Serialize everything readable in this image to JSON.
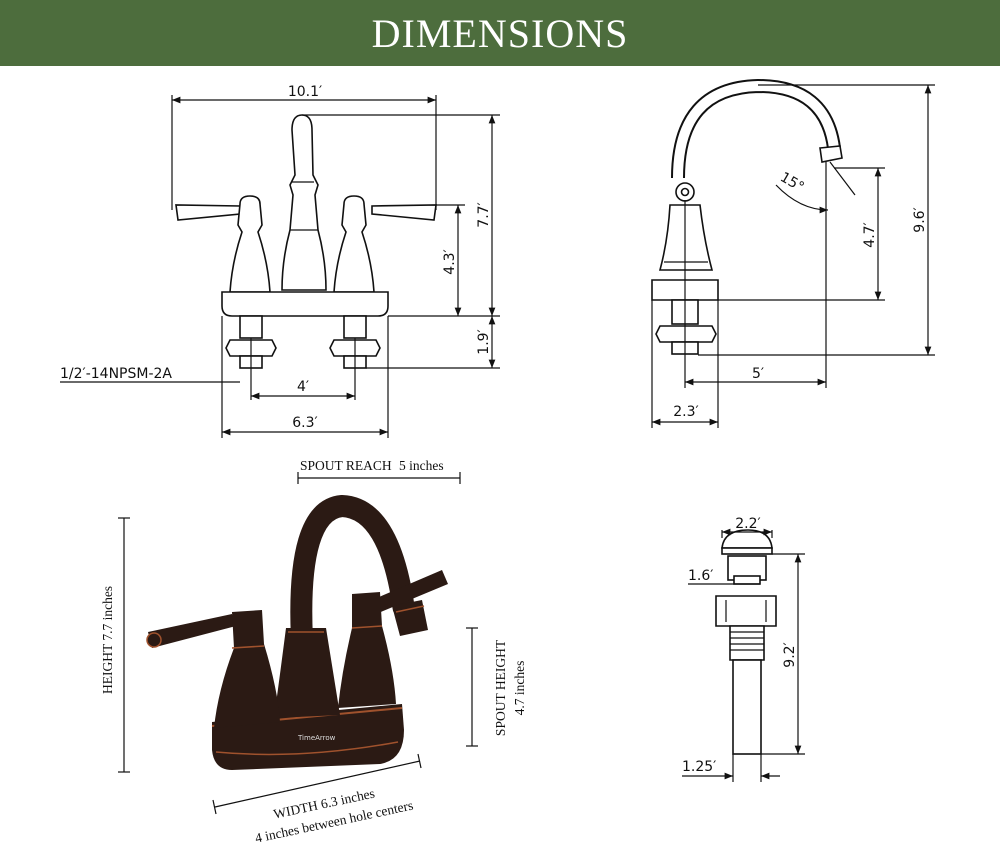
{
  "header": {
    "title": "DIMENSIONS"
  },
  "front_view": {
    "overall_width": "10.1′",
    "height": "7.7′",
    "spout_height": "4.3′",
    "shank_length": "1.9′",
    "thread_spec": "1/2′-14NPSM-2A",
    "hole_centers": "4′",
    "base_width": "6.3′"
  },
  "side_view": {
    "spout_angle": "15°",
    "spout_height": "4.7′",
    "total_height": "9.6′",
    "spout_reach": "5′",
    "base_depth": "2.3′"
  },
  "drain_view": {
    "cap_diameter": "2.2′",
    "stopper_height": "1.6′",
    "length": "9.2′",
    "pipe_diameter": "1.25′"
  },
  "photo": {
    "spout_reach_label": "SPOUT REACH",
    "spout_reach_value": "5 inches",
    "height_label": "HEIGHT 7.7 inches",
    "spout_height_label": "SPOUT HEIGHT",
    "spout_height_value": "4.7 inches",
    "width_label": "WIDTH 6.3 inches",
    "hole_centers_label": "4 inches between hole centers",
    "brand": "TimeArrow"
  },
  "colors": {
    "header_bg": "#4d6d3d",
    "header_text": "#ffffff",
    "bronze": "#2b1a14",
    "copper_accent": "#a0522d"
  }
}
